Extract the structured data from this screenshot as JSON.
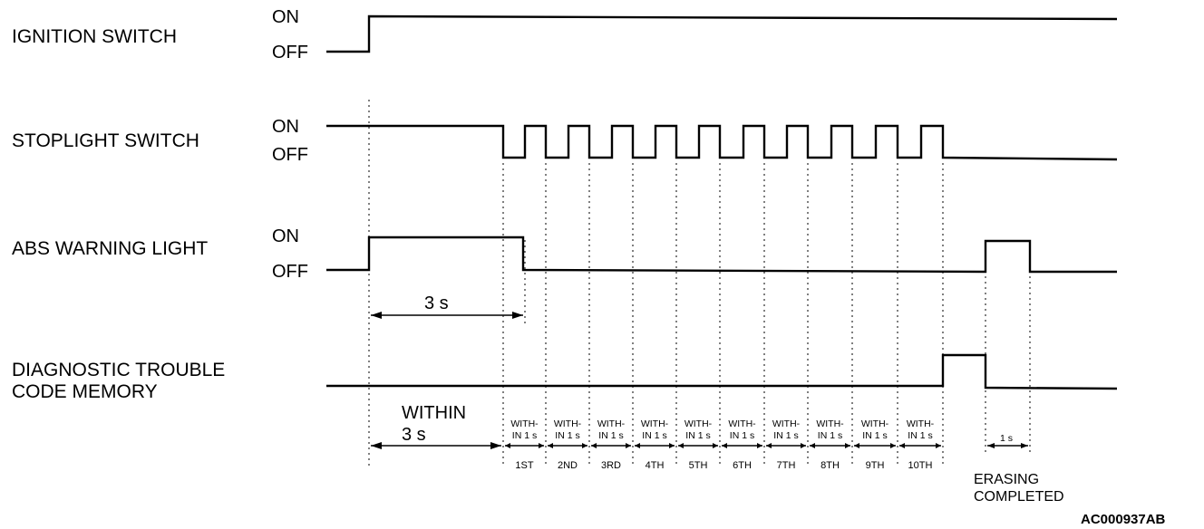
{
  "signals": {
    "ignition": {
      "label": "IGNITION SWITCH",
      "on": "ON",
      "off": "OFF"
    },
    "stoplight": {
      "label": "STOPLIGHT SWITCH",
      "on": "ON",
      "off": "OFF"
    },
    "abs": {
      "label": "ABS WARNING LIGHT",
      "on": "ON",
      "off": "OFF"
    },
    "dtc": {
      "label_line1": "DIAGNOSTIC TROUBLE",
      "label_line2": "CODE MEMORY"
    }
  },
  "timing": {
    "three_s": "3 s",
    "within_line1": "WITHIN",
    "within_line2": "3 s",
    "within1_line1": "WITH-",
    "within1_line2": "IN 1 s",
    "one_s": "1 s"
  },
  "ordinals": [
    "1ST",
    "2ND",
    "3RD",
    "4TH",
    "5TH",
    "6TH",
    "7TH",
    "8TH",
    "9TH",
    "10TH"
  ],
  "erasing": {
    "line1": "ERASING",
    "line2": "COMPLETED"
  },
  "figure_id": "AC000937AB"
}
